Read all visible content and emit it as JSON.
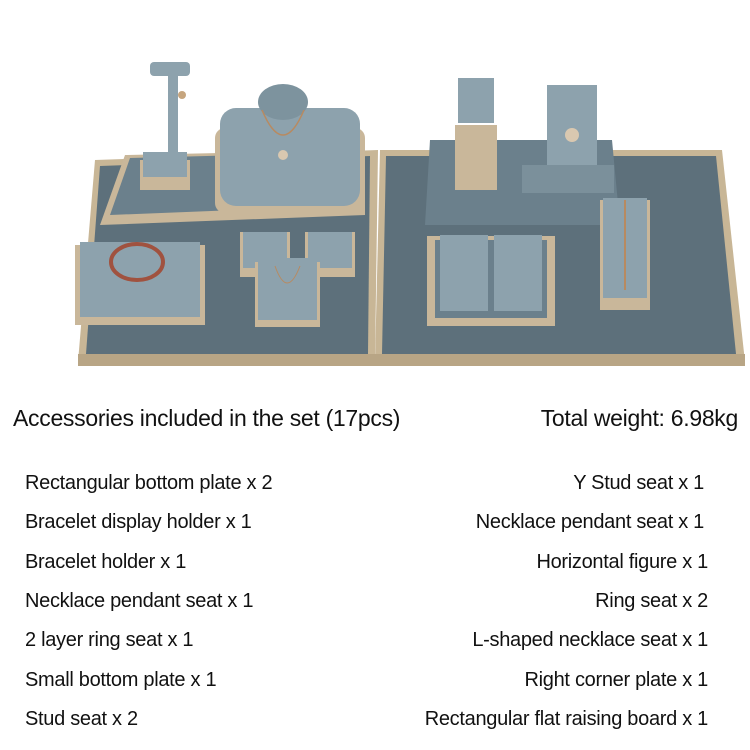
{
  "header": {
    "accessories_title": "Accessories included in the set (17pcs)",
    "total_weight": "Total weight: 6.98kg"
  },
  "items_left": [
    "Rectangular bottom plate x 2",
    "Bracelet display holder x 1",
    "Bracelet holder x 1",
    "Necklace pendant seat x 1",
    "2 layer ring seat x 1",
    "Small bottom plate x 1",
    "Stud seat x 2"
  ],
  "items_right": [
    "Y Stud seat x 1",
    "Necklace pendant seat x 1",
    "Horizontal figure x 1",
    "Ring seat x 2",
    "L-shaped necklace seat x 1",
    "Right corner plate x 1",
    "Rectangular flat raising board x 1"
  ],
  "colors": {
    "velvet": "#5f7480",
    "trim": "#c9b79a",
    "light_velvet": "#8da2ad"
  }
}
